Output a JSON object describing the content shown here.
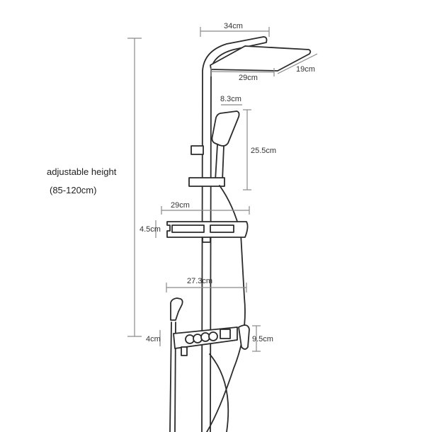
{
  "height_label": {
    "title": "adjustable height",
    "range": "(85-120cm)"
  },
  "dimensions": {
    "overhead_arm": "34cm",
    "head_length": "29cm",
    "head_width": "19cm",
    "handheld_width": "8.3cm",
    "handheld_length": "25.5cm",
    "shelf_width": "29cm",
    "shelf_height": "4.5cm",
    "valve_width": "27.3cm",
    "valve_body_height": "4cm",
    "handle_height": "9.5cm"
  }
}
